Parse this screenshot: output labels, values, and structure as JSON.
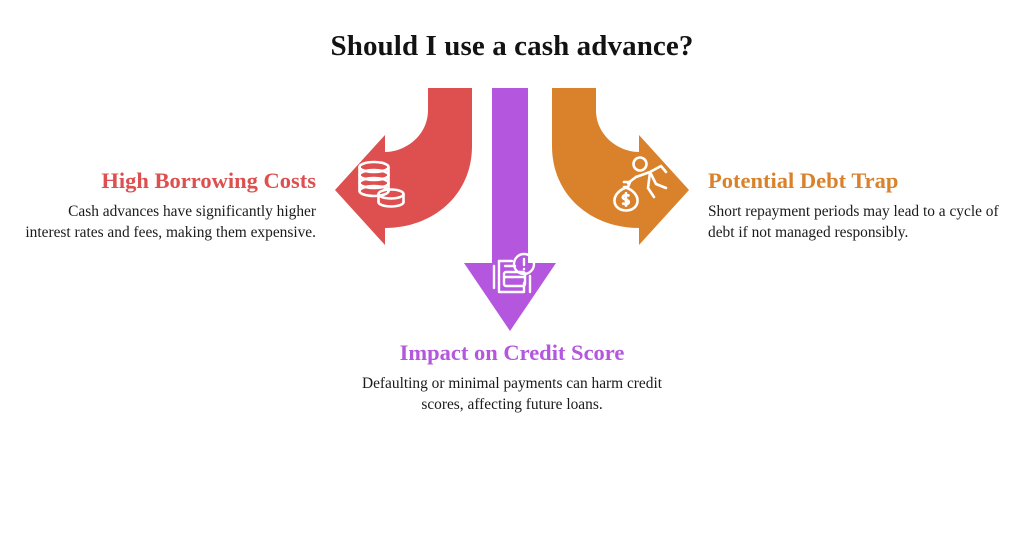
{
  "page": {
    "title": "Should I use a cash advance?",
    "background_color": "#ffffff"
  },
  "colors": {
    "red": "#DE4F4F",
    "orange": "#D9822B",
    "purple": "#B457DE",
    "title_text": "#131313",
    "body_text": "#1b1b1b",
    "icon": "#ffffff"
  },
  "branches": [
    {
      "id": "high-borrowing-costs",
      "heading": "High Borrowing Costs",
      "body": "Cash advances have significantly higher interest rates and fees, making them expensive.",
      "color": "#DE4F4F",
      "icon": "coin-stack-icon",
      "direction": "left",
      "align": "right"
    },
    {
      "id": "impact-on-credit-score",
      "heading": "Impact on Credit Score",
      "body": "Defaulting or minimal payments can harm credit scores, affecting future loans.",
      "color": "#B457DE",
      "icon": "document-alert-icon",
      "direction": "down",
      "align": "center"
    },
    {
      "id": "potential-debt-trap",
      "heading": "Potential Debt Trap",
      "body": "Short repayment periods may lead to a cycle of debt if not managed responsibly.",
      "color": "#D9822B",
      "icon": "person-with-money-bag-icon",
      "direction": "right",
      "align": "left"
    }
  ]
}
